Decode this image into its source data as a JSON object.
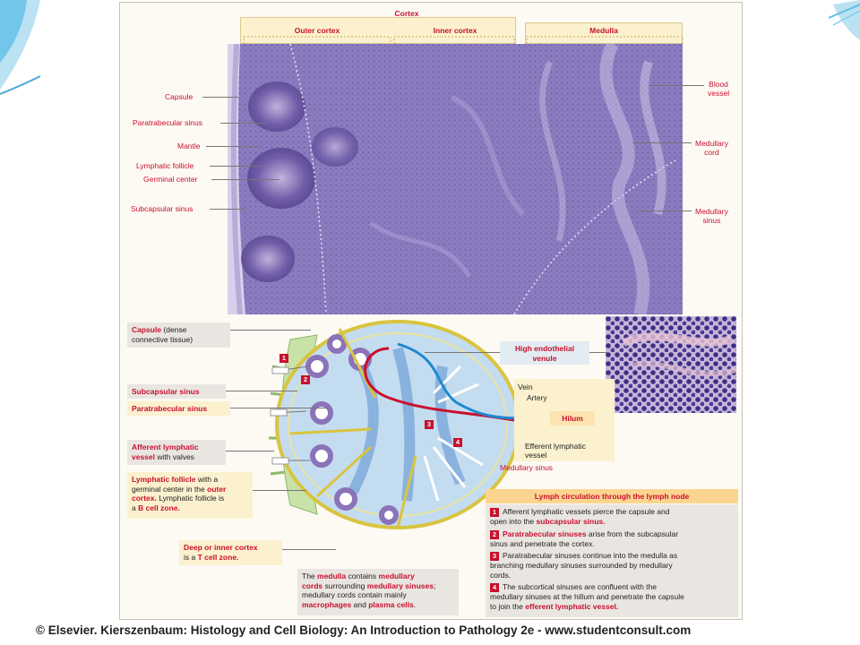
{
  "header": {
    "cortex": "Cortex",
    "outer_cortex": "Outer cortex",
    "inner_cortex": "Inner cortex",
    "medulla": "Medulla"
  },
  "micrograph_labels_left": [
    "Capsule",
    "Paratrabecular sinus",
    "Mantle",
    "Lymphatic follicle",
    "Germinal center",
    "Subcapsular sinus"
  ],
  "micrograph_labels_right": [
    {
      "line1": "Blood",
      "line2": "vessel"
    },
    {
      "line1": "Medullary",
      "line2": "cord"
    },
    {
      "line1": "Medullary",
      "line2": "sinus"
    }
  ],
  "diagram": {
    "capsule": {
      "title": "Capsule",
      "rest": " (dense",
      "line2": "connective tissue)"
    },
    "subcapsular_sinus": "Subcapsular sinus",
    "paratrabecular_sinus": "Paratrabecular sinus",
    "afferent": {
      "line1": "Afferent lymphatic",
      "line2a": "vessel",
      "line2b": " with valves"
    },
    "follicle": {
      "a": "Lymphatic follicle",
      "b": " with a",
      "c": "germinal center in the ",
      "d": "outer",
      "e": "cortex.",
      "f": " Lymphatic follicle is",
      "g": "a ",
      "h": "B cell zone."
    },
    "deep": {
      "a": "Deep or inner cortex",
      "b": "is a ",
      "c": "T cell zone."
    },
    "medulla_box": {
      "a": "The ",
      "b": "medulla",
      "c": " contains ",
      "d": "medullary",
      "e": "cords",
      "f": " surrounding ",
      "g": "medullary sinuses",
      "h": ";",
      "i": "medullary cords contain mainly",
      "j": "macrophages",
      "k": " and ",
      "l": "plasma cells",
      "m": "."
    },
    "hev": {
      "line1": "High endothelial",
      "line2": "venule"
    },
    "vein": "Vein",
    "artery": "Artery",
    "hilum": "Hilum",
    "efferent": {
      "line1": "Efferent lymphatic",
      "line2": "vessel"
    },
    "medullary_sinus": "Medullary sinus",
    "markers": [
      "1",
      "2",
      "3",
      "4"
    ]
  },
  "circulation": {
    "title": "Lymph circulation through the lymph node",
    "steps": [
      {
        "num": "1",
        "a": "Afferent lymphatic vessels pierce the capsule and",
        "b": "open into the ",
        "c": "subcapsular sinus."
      },
      {
        "num": "2",
        "a": "Paratrabecular sinuses",
        "b": " arise from the subcapsular",
        "c": "sinus and penetrate the cortex."
      },
      {
        "num": "3",
        "a": "Paratrabecular sinuses continue into the medulla as",
        "b": "branching medullary sinuses surrounded by medullary",
        "c": "cords."
      },
      {
        "num": "4",
        "a": "The subcortical sinuses are confluent with the",
        "b": "medullary sinuses at the hillum and penetrate the capsule",
        "c": "to join the ",
        "d": "efferent lymphatic vessel."
      }
    ]
  },
  "footer": "© Elsevier. Kierszenbaum: Histology and Cell Biology: An Introduction to Pathology 2e - www.studentconsult.com",
  "colors": {
    "accent": "#c8102e",
    "label_bg": "#fbf1cf",
    "grey_box": "#e9e6e1"
  }
}
